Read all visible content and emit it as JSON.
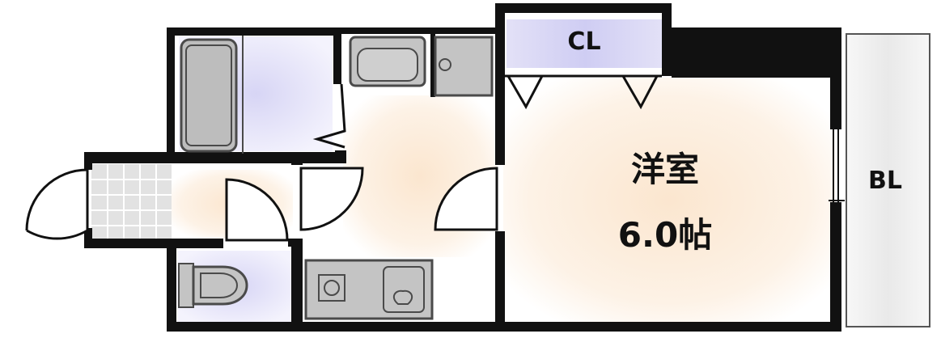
{
  "rooms": {
    "closet": "CL",
    "western_room": "洋室",
    "room_size": "6.0帖",
    "balcony": "BL"
  },
  "colors": {
    "wall": "#111111",
    "fixture_fill": "#bdbdbd",
    "fixture_stroke": "#4a4a4a",
    "floor_gradient_center": "#fbe6cf",
    "wet_area_tint": "#d7d5f5",
    "balcony_fill": "#ededed",
    "entrance_tile": "#e2e2e2"
  }
}
